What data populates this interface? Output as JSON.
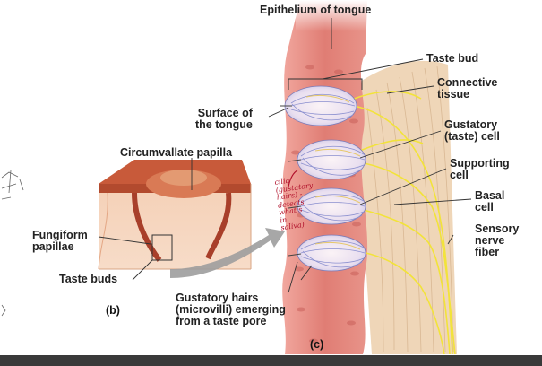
{
  "labels": {
    "epithelium": "Epithelium of tongue",
    "taste_bud": "Taste bud",
    "connective": "Connective\ntissue",
    "surface": "Surface of\nthe tongue",
    "circumvallate": "Circumvallate papilla",
    "gustatory_cell": "Gustatory\n(taste) cell",
    "supporting": "Supporting\ncell",
    "basal": "Basal\ncell",
    "sensory": "Sensory\nnerve\nfiber",
    "fungiform": "Fungiform\npapillae",
    "taste_buds": "Taste buds",
    "hairs": "Gustatory hairs\n(microvilli) emerging\nfrom a taste pore"
  },
  "panels": {
    "b": "(b)",
    "c": "(c)"
  },
  "annotation": "cilia\n(gustatory\nhairs) -\ndetects\nwhat's\nin\nsaliva)",
  "colors": {
    "epithelium": "#e58a82",
    "connective": "#efd6b8",
    "nerve": "#f2e33a",
    "papilla_top": "#c85a3a",
    "annotation": "#b0102a"
  }
}
